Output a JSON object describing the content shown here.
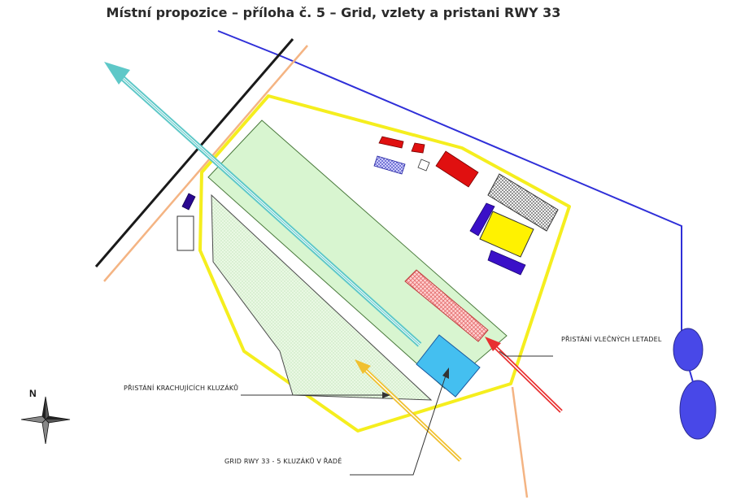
{
  "title": "Místní propozice – příloha č. 5 – Grid, vzlety a pristani RWY 33",
  "labels": {
    "north": "N",
    "tow_landing": "PŘISTÁNÍ VLEČNÝCH LETADEL",
    "glider_landing": "PŘISTÁNÍ KRACHUJÍCÍCH KLUZÁKŮ",
    "grid": "GRID RWY 33  - 5 KLUZÁKŮ V ŘADĚ"
  },
  "colors": {
    "boundary": "#f5ee1e",
    "runway_fill": "#d8f5d0",
    "runway_stroke": "#4a7a3c",
    "landing_area": "#e8f8e0",
    "takeoff_arrow": "#5ec8c8",
    "road": "#1a1a1a",
    "path": "#f4b483",
    "wire": "#2f2fd8",
    "tow_arrow": "#e83030",
    "glider_arrow": "#f0c030",
    "grid_box": "#44bff0",
    "building_red": "#e01010",
    "building_blue": "#3a10c8",
    "building_yellow": "#fff200",
    "pond": "#4848e8"
  },
  "icons": [
    "compass-rose-icon"
  ]
}
